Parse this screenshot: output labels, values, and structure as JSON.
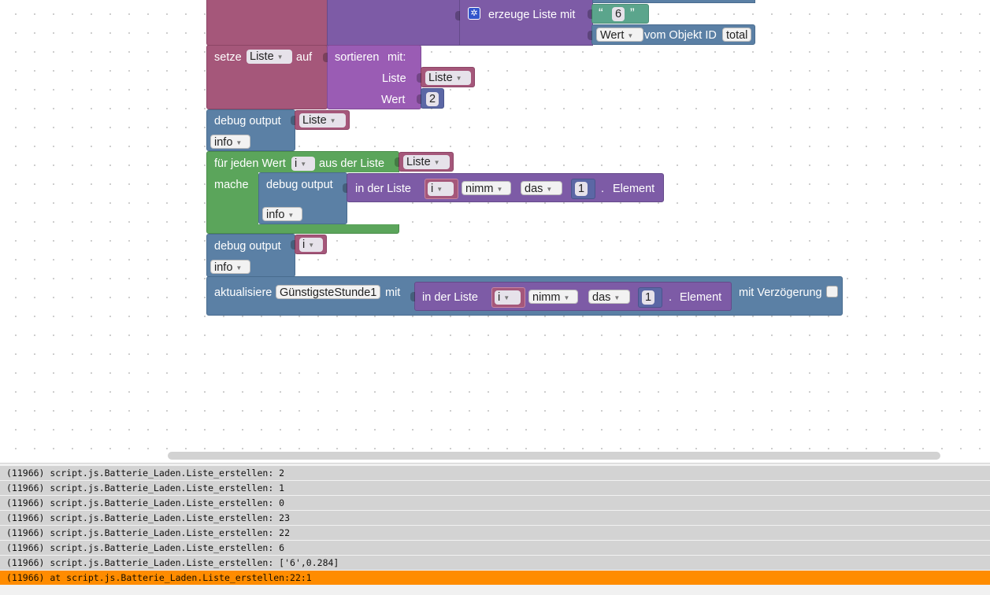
{
  "blocks": {
    "create_list": {
      "label": "erzeuge Liste mit",
      "text_value": "6",
      "quote_open": "“",
      "quote_close": "”",
      "wert_dropdown": "Wert",
      "vom_objekt": "vom Objekt ID",
      "objekt_id": "total"
    },
    "setze": {
      "label": "setze",
      "variable": "Liste",
      "auf": "auf",
      "sortieren": "sortieren",
      "mit": "mit:",
      "liste_label": "Liste",
      "liste_value": "Liste",
      "wert_label": "Wert",
      "wert_value": "2"
    },
    "debug1": {
      "label": "debug output",
      "value": "Liste",
      "level": "info"
    },
    "foreach": {
      "label": "für jeden Wert",
      "variable": "i",
      "aus_der_liste": "aus der Liste",
      "liste": "Liste",
      "mache": "mache"
    },
    "debug_inner": {
      "label": "debug output",
      "level": "info",
      "in_der_liste": "in der Liste",
      "var": "i",
      "nimm": "nimm",
      "das": "das",
      "index": "1",
      "dot": ".",
      "element": "Element"
    },
    "debug2": {
      "label": "debug output",
      "value": "i",
      "level": "info"
    },
    "aktualisiere": {
      "label": "aktualisiere",
      "target": "GünstigsteStunde1",
      "mit": "mit",
      "in_der_liste": "in der Liste",
      "var": "i",
      "nimm": "nimm",
      "das": "das",
      "index": "1",
      "dot": ".",
      "element": "Element",
      "delay_label": "mit Verzögerung"
    }
  },
  "console": {
    "lines": [
      "(11966) script.js.Batterie_Laden.Liste_erstellen: 2",
      "(11966) script.js.Batterie_Laden.Liste_erstellen: 1",
      "(11966) script.js.Batterie_Laden.Liste_erstellen: 0",
      "(11966) script.js.Batterie_Laden.Liste_erstellen: 23",
      "(11966) script.js.Batterie_Laden.Liste_erstellen: 22",
      "(11966) script.js.Batterie_Laden.Liste_erstellen: 6",
      "(11966) script.js.Batterie_Laden.Liste_erstellen: ['6',0.284]"
    ],
    "error_line": "(11966) at script.js.Batterie_Laden.Liste_erstellen:22:1"
  },
  "colors": {
    "variables": "#a5577a",
    "lists": "#7d5ba6",
    "sort": "#9a5cb4",
    "io": "#5b80a5",
    "math": "#5b67a5",
    "text": "#5ba58c",
    "loops": "#5ba55b",
    "error_highlight": "#ff8c00"
  }
}
